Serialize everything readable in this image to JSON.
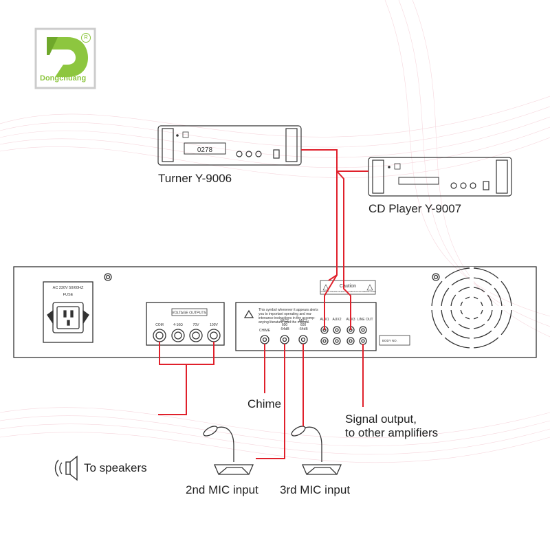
{
  "brand": {
    "logo_text": "Dongchuang",
    "registered_mark": "R",
    "logo_color": "#8dc63f"
  },
  "devices": {
    "tuner": {
      "label": "Turner  Y-9006",
      "display": "0278"
    },
    "cd_player": {
      "label": "CD Player  Y-9007"
    }
  },
  "amplifier": {
    "power": {
      "rating": "AC 230V 50/60HZ",
      "fuse": "FUSE"
    },
    "voltage_outputs": {
      "title": "VOLTAGE OUTPUTS",
      "terminals": [
        "COM",
        "4-16Ω",
        "70V",
        "100V"
      ]
    },
    "warning_text": [
      "This symbol whenever it appears alerts",
      "you to important operating and ma-",
      "intenance instructions in the accomp-",
      "anying literature read the manual."
    ],
    "caution": {
      "title": "Caution",
      "line": "TO REDUCE THE RISK OF ELECTRIC SHOCK DO NOT REMOVE COVER"
    },
    "inputs": {
      "chime": "CHIME",
      "mic2": [
        "MIC2",
        "600",
        "-54dB"
      ],
      "mic3": [
        "MIC3",
        "600",
        "-54dB"
      ],
      "aux1": "AUX1",
      "aux2": "AUX2",
      "aux3": "AUX3",
      "line_out": "LINE OUT"
    },
    "body_no": "BODY NO."
  },
  "callouts": {
    "chime": "Chime",
    "signal_output_line1": "Signal output,",
    "signal_output_line2": "to other amplifiers",
    "to_speakers": "To speakers",
    "mic2_input": "2nd MIC input",
    "mic3_input": "3rd MIC input"
  },
  "colors": {
    "wire": "#e0202b",
    "outline": "#333333",
    "accent": "#8dc63f"
  }
}
